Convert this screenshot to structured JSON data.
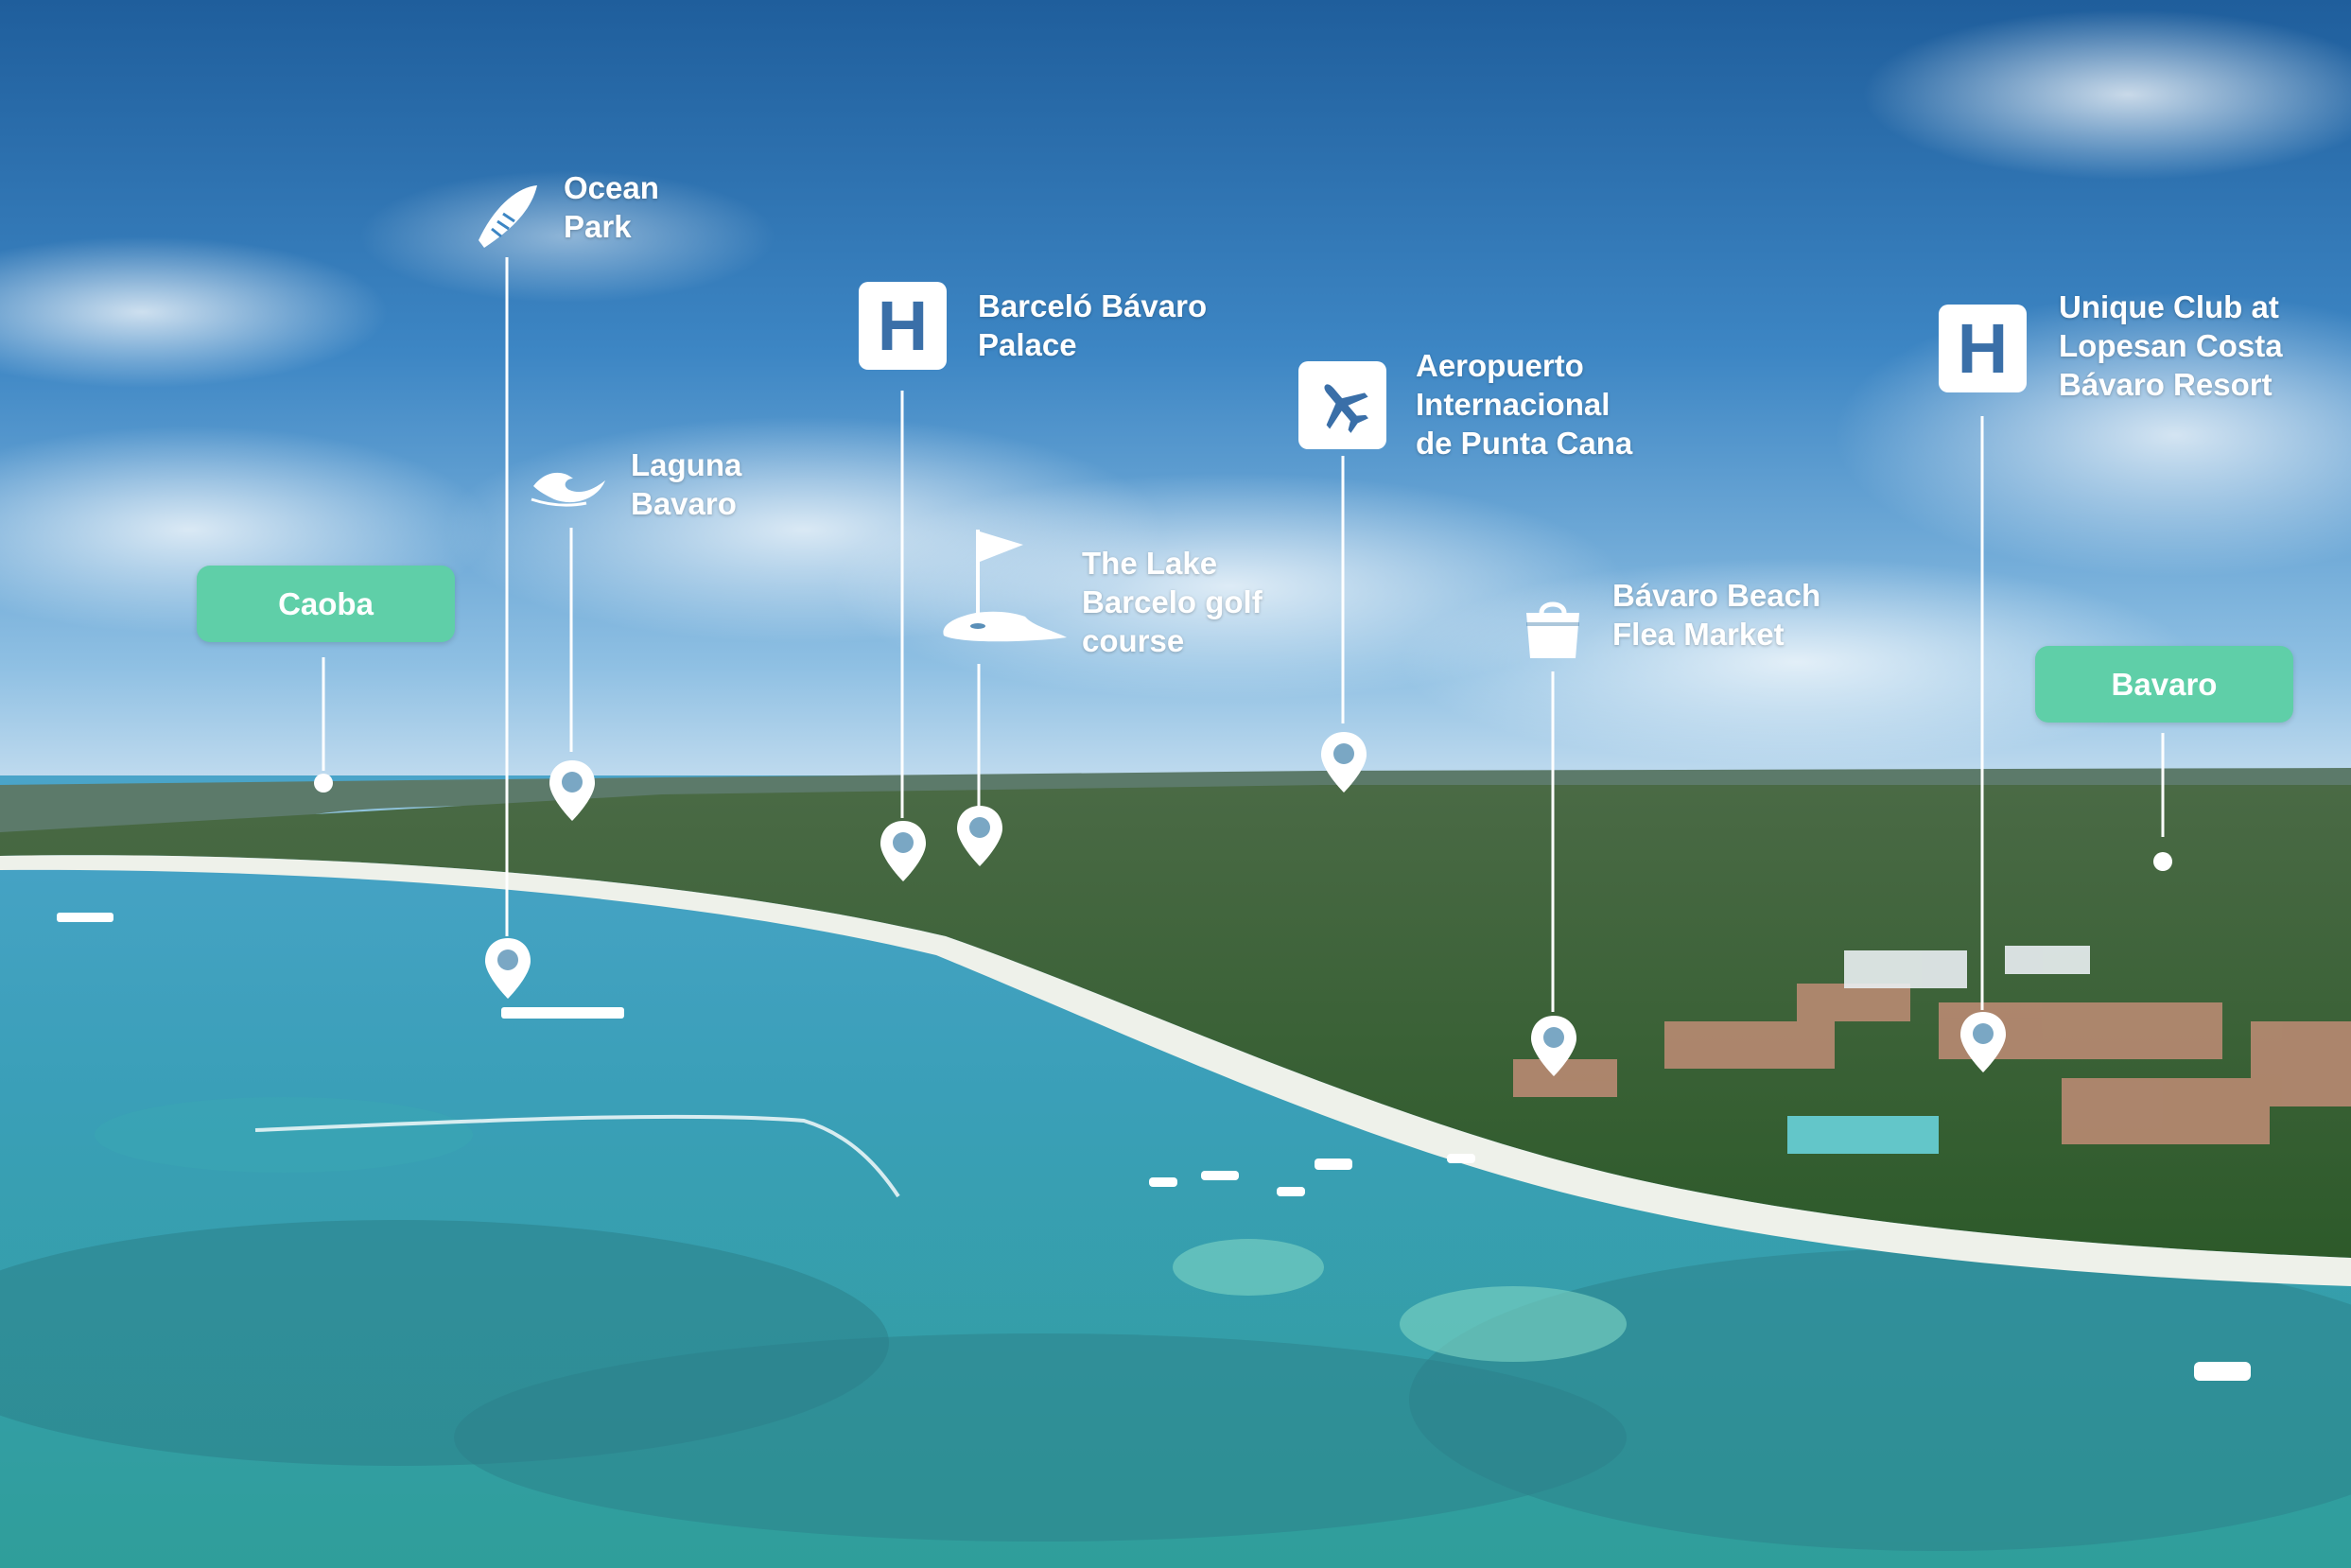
{
  "map": {
    "areas": [
      {
        "id": "caoba",
        "label": "Caoba"
      },
      {
        "id": "bavaro",
        "label": "Bavaro"
      }
    ],
    "points_of_interest": [
      {
        "id": "ocean-park",
        "lines": [
          "Ocean",
          "Park"
        ],
        "icon": "surfboard-icon"
      },
      {
        "id": "laguna-bavaro",
        "lines": [
          "Laguna",
          "Bavaro"
        ],
        "icon": "wave-icon"
      },
      {
        "id": "barcelo-bavaro-palace",
        "lines": [
          "Barceló Bávaro",
          "Palace"
        ],
        "icon": "hotel-icon"
      },
      {
        "id": "lake-barcelo-golf",
        "lines": [
          "The Lake",
          "Barcelo golf",
          "course"
        ],
        "icon": "golf-flag-icon"
      },
      {
        "id": "aeropuerto",
        "lines": [
          "Aeropuerto",
          "Internacional",
          "de Punta Cana"
        ],
        "icon": "airplane-icon"
      },
      {
        "id": "bavaro-flea-market",
        "lines": [
          "Bávaro Beach",
          "Flea Market"
        ],
        "icon": "shopping-bag-icon"
      },
      {
        "id": "unique-club",
        "lines": [
          "Unique Club at",
          "Lopesan Costa",
          "Bávaro Resort"
        ],
        "icon": "hotel-icon"
      }
    ],
    "hotel_tile_letter": "H",
    "colors": {
      "area_tag": "#5fcfa8",
      "marker": "#ffffff",
      "hotel_tile_letter": "#3a6fa8",
      "airplane_tile": "#3a6fa8"
    }
  }
}
